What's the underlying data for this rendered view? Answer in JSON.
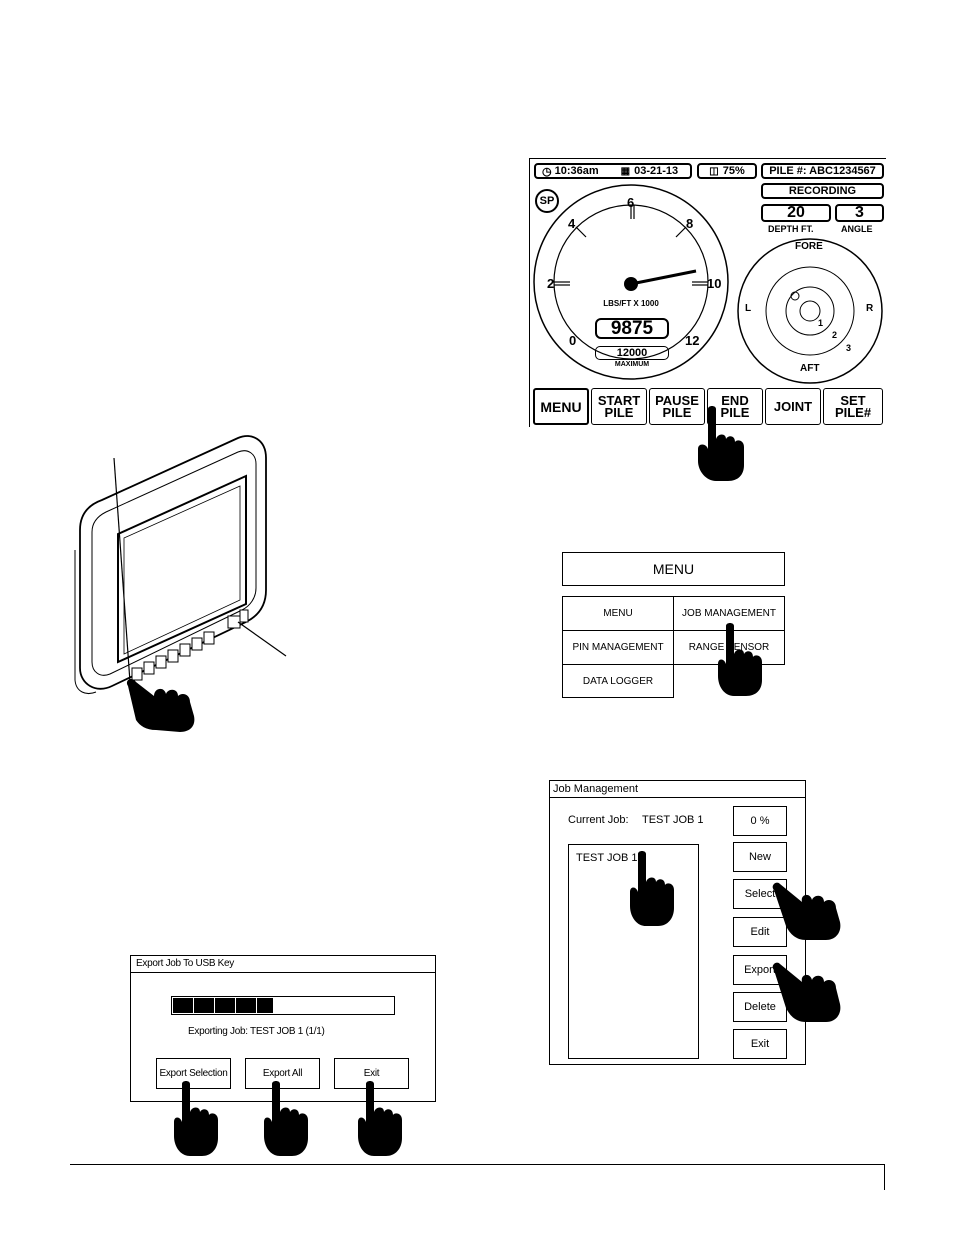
{
  "main_screen": {
    "time": "10:36am",
    "date": "03-21-13",
    "storage": "75%",
    "pile_label": "PILE #: ABC1234567",
    "recording": "RECORDING",
    "depth_value": "20",
    "depth_label": "DEPTH FT.",
    "angle_value": "3",
    "angle_label": "ANGLE",
    "sp_badge": "SP",
    "gauge_ticks": [
      "0",
      "2",
      "4",
      "6",
      "8",
      "10",
      "12"
    ],
    "gauge_unit": "LBS/FT X 1000",
    "gauge_value": "9875",
    "gauge_max_value": "12000",
    "gauge_max_label": "MAXIMUM",
    "inclinometer": {
      "fore": "FORE",
      "aft": "AFT",
      "left": "L",
      "right": "R",
      "rings": [
        "1",
        "2",
        "3"
      ]
    },
    "softkeys": [
      {
        "label": "MENU"
      },
      {
        "label": "START\nPILE"
      },
      {
        "label": "PAUSE\nPILE"
      },
      {
        "label": "END\nPILE"
      },
      {
        "label": "JOINT"
      },
      {
        "label": "SET\nPILE#"
      }
    ]
  },
  "menu_screen": {
    "title": "MENU",
    "items": [
      "MENU",
      "JOB MANAGEMENT",
      "PIN MANAGEMENT",
      "RANGE SENSOR",
      "DATA LOGGER"
    ]
  },
  "job_management": {
    "title": "Job Management",
    "current_job_label": "Current Job:",
    "current_job_value": "TEST JOB 1",
    "jobs": [
      "TEST JOB 1"
    ],
    "buttons": [
      "0 %",
      "New",
      "Select",
      "Edit",
      "Export",
      "Delete",
      "Exit"
    ]
  },
  "export_dialog": {
    "title": "Export Job To USB Key",
    "progress": 0.45,
    "status": "Exporting Job: TEST JOB 1 (1/1)",
    "buttons": [
      "Export Selection",
      "Export All",
      "Exit"
    ]
  },
  "colors": {
    "ink": "#000000",
    "paper": "#ffffff"
  }
}
